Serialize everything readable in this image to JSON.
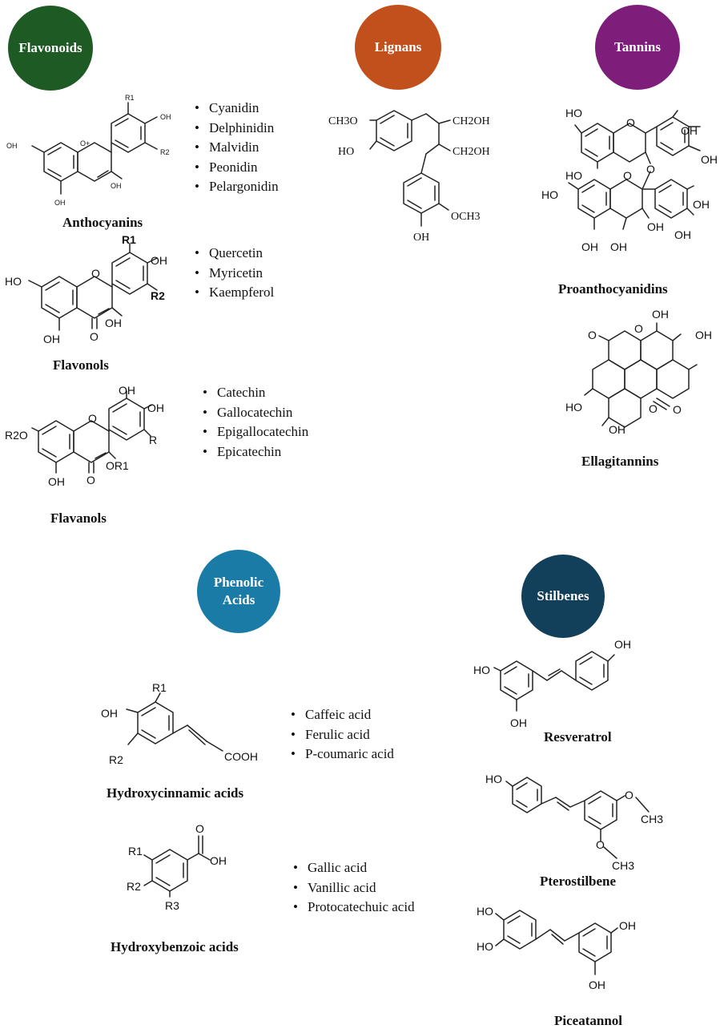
{
  "categories": {
    "flavonoids": {
      "label": "Flavonoids",
      "color": "#1e5a23"
    },
    "lignans": {
      "label": "Lignans",
      "color": "#c1501c"
    },
    "tannins": {
      "label": "Tannins",
      "color": "#7d1f7a"
    },
    "phenolic_acids": {
      "label": "Phenolic Acids",
      "color": "#1a7ca6"
    },
    "stilbenes": {
      "label": "Stilbenes",
      "color": "#123f5a"
    }
  },
  "compounds": {
    "anthocyanins": {
      "name": "Anthocyanins",
      "examples": [
        "Cyanidin",
        "Delphinidin",
        "Malvidin",
        "Peonidin",
        "Pelargonidin"
      ]
    },
    "flavonols": {
      "name": "Flavonols",
      "examples": [
        "Quercetin",
        "Myricetin",
        "Kaempferol"
      ]
    },
    "flavanols": {
      "name": "Flavanols",
      "examples": [
        "Catechin",
        "Gallocatechin",
        "Epigallocatechin",
        "Epicatechin"
      ]
    },
    "proanthocyanidins": {
      "name": "Proanthocyanidins"
    },
    "ellagitannins": {
      "name": "Ellagitannins"
    },
    "hydroxycinnamic": {
      "name": "Hydroxycinnamic acids",
      "examples": [
        "Caffeic acid",
        "Ferulic acid",
        "P-coumaric acid"
      ]
    },
    "hydroxybenzoic": {
      "name": "Hydroxybenzoic acids",
      "examples": [
        "Gallic acid",
        "Vanillic acid",
        "Protocatechuic acid"
      ]
    },
    "resveratrol": {
      "name": "Resveratrol"
    },
    "pterostilbene": {
      "name": "Pterostilbene"
    },
    "piceatannol": {
      "name": "Piceatannol"
    }
  },
  "atom_labels": {
    "oh": "OH",
    "ho": "HO",
    "o": "O",
    "r1": "R1",
    "r2": "R2",
    "r3": "R3",
    "r": "R",
    "r2o": "R2O",
    "or1": "OR1",
    "ch3o": "CH3O",
    "och3": "OCH3",
    "ch2oh": "CH2OH",
    "cooh": "COOH",
    "ch3": "CH3",
    "o_plus": "O+"
  }
}
